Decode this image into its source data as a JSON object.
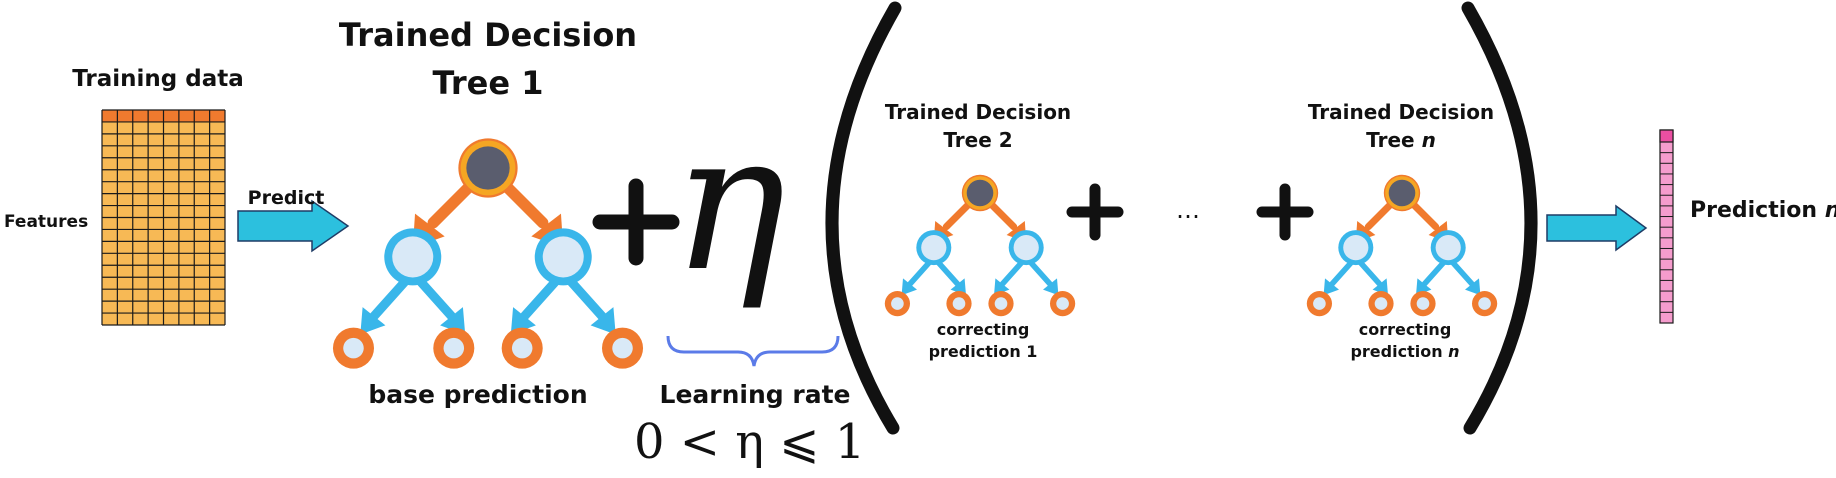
{
  "labels": {
    "training_data": "Training data",
    "features": "Features",
    "predict": "Predict",
    "tree1_line1": "Trained Decision",
    "tree1_line2": "Tree 1",
    "base_prediction": "base prediction",
    "eta": "η",
    "learning_rate": "Learning rate",
    "eta_range": "0 < η ⩽ 1",
    "tree2_line1": "Trained Decision",
    "tree2_line2": "Tree 2",
    "correcting_1_line1": "correcting",
    "correcting_1_line2": "prediction 1",
    "ellipsis": "…",
    "treen_line1": "Trained Decision",
    "treen_line2_prefix": "Tree ",
    "treen_line2_n": "n",
    "correcting_n_line1": "correcting",
    "correcting_n_line2_prefix": "prediction ",
    "correcting_n_line2_n": "n",
    "prediction_n_prefix": "Prediction ",
    "prediction_n_n": "n"
  },
  "colors": {
    "grid_fill": "#f7b955",
    "grid_header": "#f07a2e",
    "arrow": "#2cc0de",
    "tree_dark": "#5a5d6e",
    "tree_orange": "#f07a2e",
    "tree_orange_light": "#f5a623",
    "tree_blue": "#39b6ea",
    "tree_blue_light": "#d9e9f7",
    "brace": "#5b7be8",
    "output_fill": "#f59ccd",
    "output_header": "#ea4fa2"
  },
  "icons": [
    "table-grid-icon",
    "right-arrow-icon",
    "decision-tree-icon",
    "brace-icon",
    "parenthesis-icon",
    "vector-icon"
  ]
}
